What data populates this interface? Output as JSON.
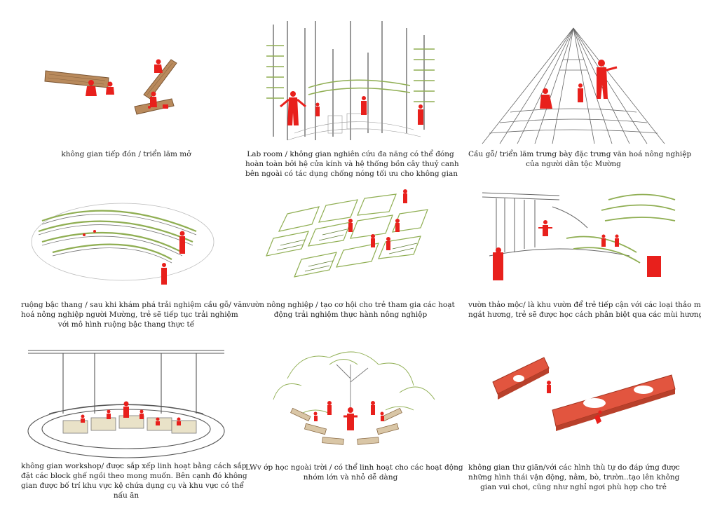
{
  "colors": {
    "figure": "#e8201c",
    "wood": "#b98a5c",
    "wood_red": "#e2553f",
    "ink": "#555555",
    "green": "#8fae52",
    "green_dark": "#5f7d34"
  },
  "panels": [
    {
      "id": "reception",
      "icon": "timber-blocks-sketch",
      "caption": [
        "không gian tiếp đón / triển lãm mở"
      ]
    },
    {
      "id": "lab-room",
      "icon": "hydroponic-lab-sketch",
      "caption": [
        "Lab room / không gian nghiên cứu đa năng có thể đóng",
        "hoàn toàn  bởi hệ cửa kính và hệ thống bồn cây thuỷ canh",
        "bên ngoài có tác dụng chống nóng tối ưu cho không gian"
      ]
    },
    {
      "id": "wood-bridge",
      "icon": "attic-exhibition-sketch",
      "caption": [
        "Cầu gỗ/ triển lãm trưng bày đặc trưng văn hoá nông nghiệp",
        "của người dân tộc Mường"
      ]
    },
    {
      "id": "terraced-field",
      "icon": "terraced-field-sketch",
      "caption": [
        "ruộng bậc thang / sau khi khám phá trải nghiệm cầu gỗ/ văn",
        "hoá nông nghiệp người Mường, trẻ sẽ tiếp tục trải nghiệm",
        "với mô hình ruộng bậc thang thực tế"
      ]
    },
    {
      "id": "farm-garden",
      "icon": "vegetable-plots-sketch",
      "caption": [
        "vườn nông nghiệp / tạo cơ hội cho trẻ tham gia các hoạt",
        "động trải nghiệm thực hành nông nghiệp"
      ]
    },
    {
      "id": "herb-garden",
      "icon": "herb-garden-sketch",
      "caption": [
        "vườn thảo mộc/ là khu vườn để trẻ tiếp cận với các loại thảo mộc",
        "ngát hương, trẻ sẽ được học cách phân biệt qua các mùi hương"
      ]
    },
    {
      "id": "workshop",
      "icon": "workshop-blocks-sketch",
      "caption": [
        "không gian workshop/ được sắp xếp linh hoạt bằng cách sắp",
        "đặt các block ghế ngồi theo mong muốn. Bên cạnh đó không",
        "gian được bố trí khu vực kệ chứa dụng cụ và khu vực có thể",
        "nấu ăn"
      ]
    },
    {
      "id": "outdoor-class",
      "icon": "outdoor-classroom-sketch",
      "caption": [
        "LWv ớp học ngoài trời / có thể linh hoạt cho các hoạt động",
        "nhóm lớn và nhỏ dễ dàng"
      ]
    },
    {
      "id": "relax",
      "icon": "play-wall-sketch",
      "caption": [
        "không gian thư giãn/với các hình thù tự do đáp ứng được",
        "những hình thái vận động, nằm, bò, trườn..tạo lên không",
        "gian vui chơi, cũng như nghỉ ngơi phù hợp cho trẻ"
      ]
    }
  ]
}
